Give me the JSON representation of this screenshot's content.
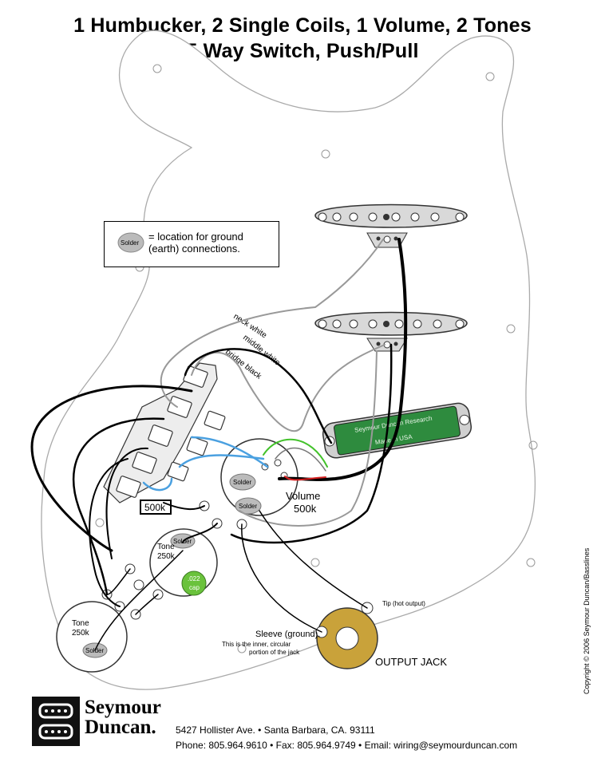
{
  "title_line1": "1 Humbucker, 2 Single Coils, 1 Volume, 2 Tones",
  "title_line2": "5 Way Switch, Push/Pull",
  "legend": {
    "solder_label": "Solder",
    "text": "= location for ground (earth) connections."
  },
  "wire_labels": {
    "neck": "neck white",
    "middle": "middle white",
    "bridge": "bridge black"
  },
  "humbucker": {
    "brand_text": "Seymour Duncan Research",
    "made_text": "Made in USA",
    "color": "#2e8b3e"
  },
  "pot_label_500k": "500k",
  "volume": {
    "name": "Volume",
    "value": "500k",
    "solder": "Solder"
  },
  "tone1": {
    "name": "Tone",
    "value": "250k",
    "solder": "Solder"
  },
  "tone2": {
    "name": "Tone",
    "value": "250k",
    "solder": "Solder"
  },
  "cap": {
    "value": ".022",
    "unit": "cap",
    "color": "#6ac23c"
  },
  "jack": {
    "tip": "Tip (hot output)",
    "sleeve_title": "Sleeve (ground).",
    "sleeve_desc1": "This is the inner, circular",
    "sleeve_desc2": "portion of the jack",
    "label": "OUTPUT JACK",
    "ring_color": "#c9a23a"
  },
  "copyright": "Copyright © 2006 Seymour Duncan/Basslines",
  "company": {
    "name_line1": "Seymour",
    "name_line2": "Duncan.",
    "address": "5427 Hollister Ave. • Santa Barbara, CA. 93111",
    "phone": "Phone: 805.964.9610 • Fax: 805.964.9749 • Email: wiring@seymourduncan.com"
  }
}
